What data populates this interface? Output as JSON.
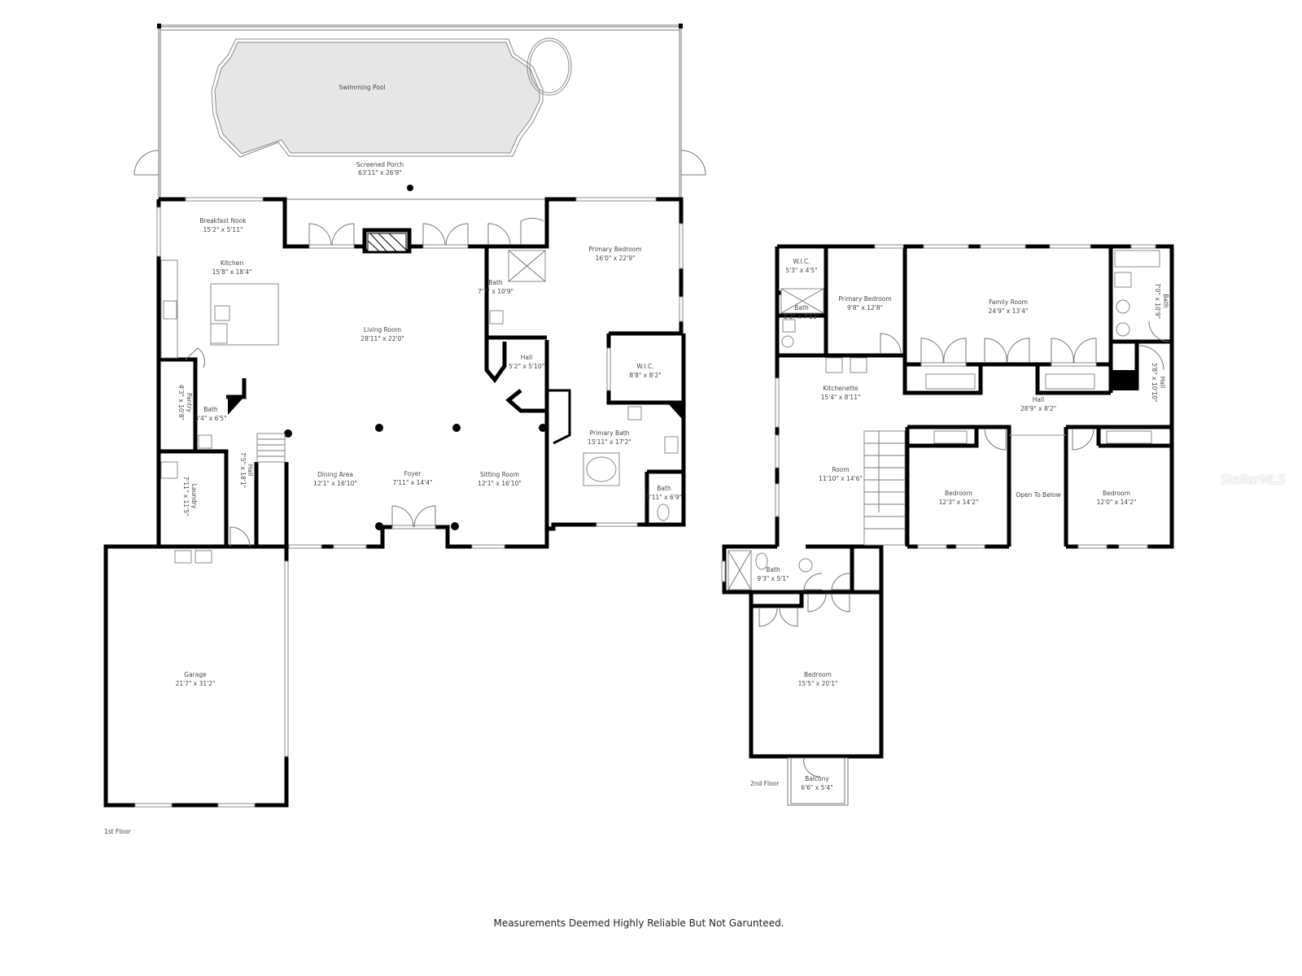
{
  "floors": {
    "first": {
      "label": "1st Floor",
      "rooms": {
        "swimming_pool": {
          "name": "Swimming Pool",
          "dim": ""
        },
        "screened_porch": {
          "name": "Screened Porch",
          "dim": "63'11\" x 26'8\""
        },
        "breakfast_nook": {
          "name": "Breakfast Nook",
          "dim": "15'2\" x 5'11\""
        },
        "kitchen": {
          "name": "Kitchen",
          "dim": "15'8\" x 18'4\""
        },
        "living_room": {
          "name": "Living Room",
          "dim": "28'11\" x 22'0\""
        },
        "bath_1": {
          "name": "Bath",
          "dim": "7'7\" x 10'9\""
        },
        "hall_1": {
          "name": "Hall",
          "dim": "5'2\" x 5'10\""
        },
        "primary_bedroom": {
          "name": "Primary Bedroom",
          "dim": "16'0\" x 22'9\""
        },
        "wic": {
          "name": "W.I.C.",
          "dim": "8'8\" x 8'2\""
        },
        "pantry": {
          "name": "Pantry",
          "dim": "4'3\" x 10'8\""
        },
        "bath_2": {
          "name": "Bath",
          "dim": "3'4\" x 6'5\""
        },
        "hall_2": {
          "name": "Hall",
          "dim": "7'5\" x 18'1\""
        },
        "laundry": {
          "name": "Laundry",
          "dim": "7'11\" x 11'5\""
        },
        "dining_area": {
          "name": "Dining Area",
          "dim": "12'1\" x 16'10\""
        },
        "foyer": {
          "name": "Foyer",
          "dim": "7'11\" x 14'4\""
        },
        "sitting_room": {
          "name": "Sitting Room",
          "dim": "12'1\" x 16'10\""
        },
        "primary_bath": {
          "name": "Primary Bath",
          "dim": "15'11\" x 17'2\""
        },
        "bath_3": {
          "name": "Bath",
          "dim": "3'11\" x 6'9\""
        },
        "garage": {
          "name": "Garage",
          "dim": "21'7\" x 31'2\""
        }
      }
    },
    "second": {
      "label": "2nd Floor",
      "rooms": {
        "wic": {
          "name": "W.I.C.",
          "dim": "5'3\" x 4'5\""
        },
        "bath_1": {
          "name": "Bath",
          "dim": "5'3\" x 7'11\""
        },
        "primary_bedroom": {
          "name": "Primary Bedroom",
          "dim": "9'8\" x 12'8\""
        },
        "family_room": {
          "name": "Family Room",
          "dim": "24'9\" x 13'4\""
        },
        "bath_2": {
          "name": "Bath",
          "dim": "7'0\" x 10'9\""
        },
        "hall_small": {
          "name": "Hall",
          "dim": "3'8\" x 10'10\""
        },
        "kitchenette": {
          "name": "Kitchenette",
          "dim": "15'4\" x 8'11\""
        },
        "hall": {
          "name": "Hall",
          "dim": "28'9\" x 8'2\""
        },
        "room": {
          "name": "Room",
          "dim": "11'10\" x 14'6\""
        },
        "bedroom_1": {
          "name": "Bedroom",
          "dim": "12'3\" x 14'2\""
        },
        "open_to_below": {
          "name": "Open To Below",
          "dim": ""
        },
        "bedroom_2": {
          "name": "Bedroom",
          "dim": "12'0\" x 14'2\""
        },
        "bath_3": {
          "name": "Bath",
          "dim": "9'3\" x 5'1\""
        },
        "bedroom_3": {
          "name": "Bedroom",
          "dim": "15'5\" x 20'1\""
        },
        "balcony": {
          "name": "Balcony",
          "dim": "6'6\" x 5'4\""
        }
      }
    }
  },
  "footer": {
    "disclaimer": "Measurements Deemed Highly Reliable But Not Garunteed."
  },
  "watermark": {
    "text": "StellarMLS"
  },
  "colors": {
    "wall": "#000000",
    "pool_fill": "#e6e6e6",
    "fixture_stroke": "#888888"
  }
}
